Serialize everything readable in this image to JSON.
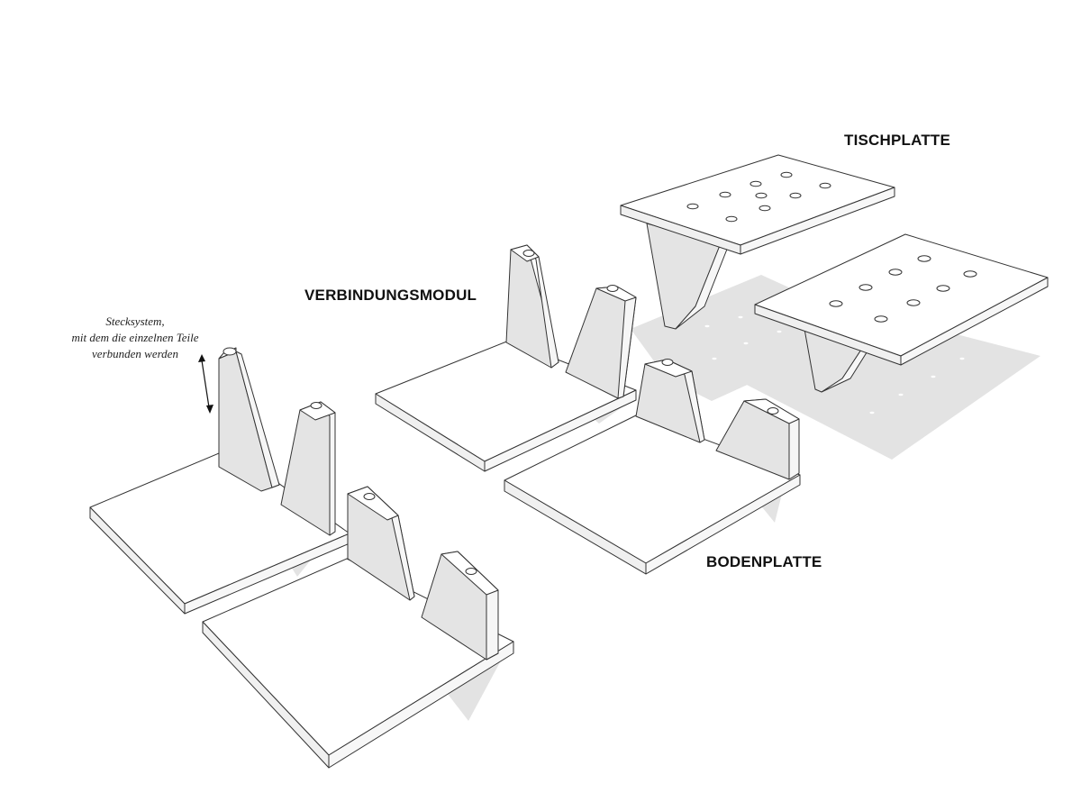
{
  "labels": {
    "tischplatte": "TISCHPLATTE",
    "verbindungsmodul": "VERBINDUNGSMODUL",
    "bodenplatte": "BODENPLATTE"
  },
  "annotation": {
    "line1": "Stecksystem,",
    "line2": "mit dem die einzelnen Teile",
    "line3": "verbunden werden"
  },
  "colors": {
    "shadow": "#e3e3e3",
    "part_fill": "#ffffff",
    "fin_fill": "#e4e4e4",
    "fin_side": "#f4f4f4",
    "stroke": "#333333"
  }
}
